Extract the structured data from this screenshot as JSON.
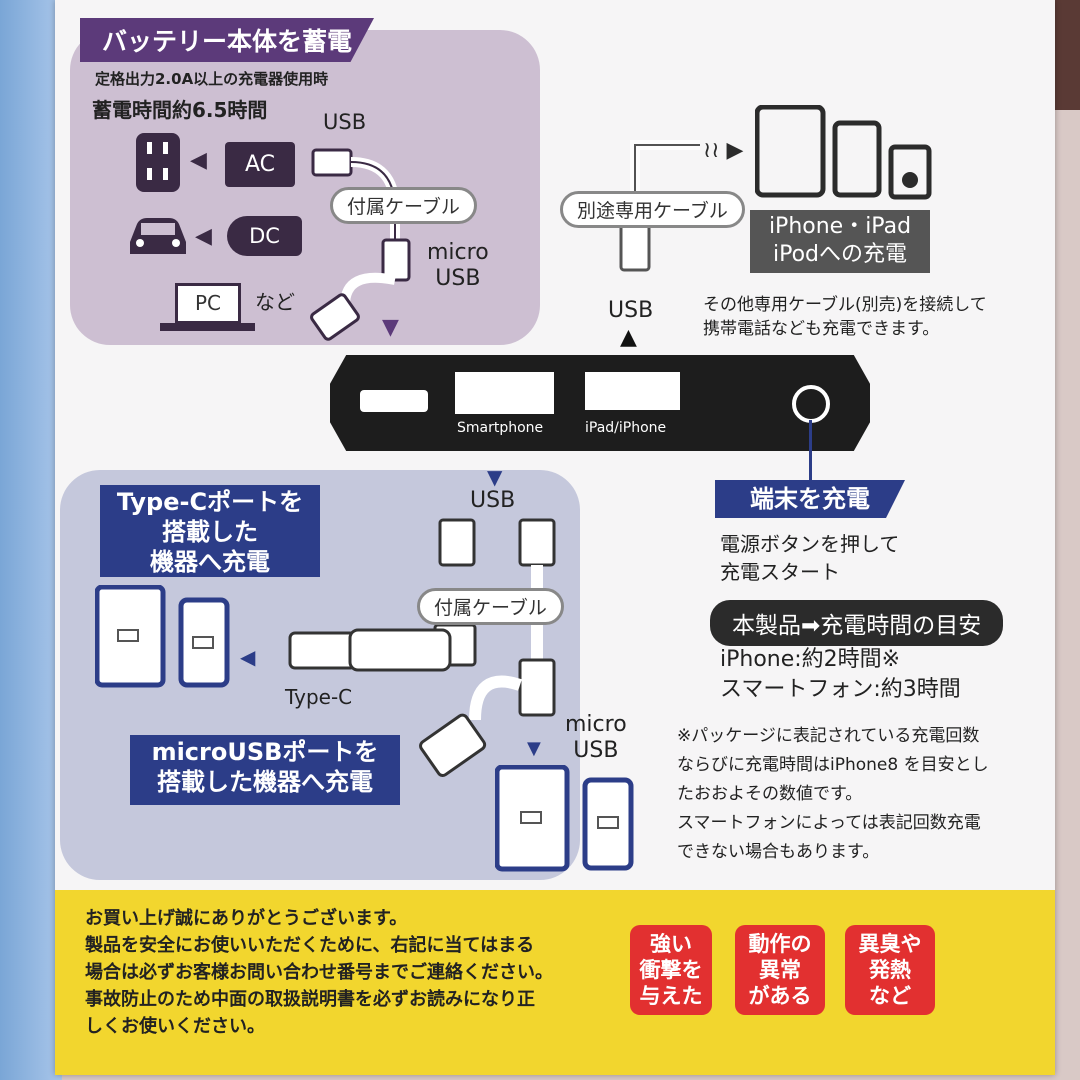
{
  "top": {
    "header": "バッテリー本体を蓄電",
    "spec_line1": "定格出力2.0A以上の充電器使用時",
    "spec_line2": "蓄電時間約6.5時間",
    "usb_label": "USB",
    "ac_label": "AC",
    "dc_label": "DC",
    "pc_label": "PC",
    "nado": "など",
    "cable_pill": "付属ケーブル",
    "micro_usb_line1": "micro",
    "micro_usb_line2": "USB"
  },
  "right": {
    "cable_pill": "別途専用ケーブル",
    "usb_label": "USB",
    "device_caption_line1": "iPhone・iPad",
    "device_caption_line2": "iPodへの充電",
    "note_line1": "その他専用ケーブル(別売)を接続して",
    "note_line2": "携帯電話なども充電できます。"
  },
  "battery": {
    "port_smartphone": "Smartphone",
    "port_ipad": "iPad/iPhone"
  },
  "charge": {
    "header": "端末を充電",
    "line1": "電源ボタンを押して",
    "line2": "充電スタート",
    "time_header": "本製品➡充電時間の目安",
    "iphone_time": "iPhone:約2時間※",
    "smartphone_time": "スマートフォン:約3時間",
    "footnote": [
      "※パッケージに表記されている充電回数",
      "ならびに充電時間はiPhone8 を目安とし",
      "たおおよその数値です。",
      "スマートフォンによっては表記回数充電",
      "できない場合もあります。"
    ]
  },
  "bottom_panel": {
    "usb_label": "USB",
    "typec_box": [
      "Type-Cポートを",
      "搭載した",
      "機器へ充電"
    ],
    "cable_pill": "付属ケーブル",
    "typec_label": "Type-C",
    "micro_box": [
      "microUSBポートを",
      "搭載した機器へ充電"
    ],
    "micro_usb_line1": "micro",
    "micro_usb_line2": "USB"
  },
  "footer": {
    "lines": [
      "お買い上げ誠にありがとうございます。",
      "製品を安全にお使いいただくために、右記に当てはまる",
      "場合は必ずお客様お問い合わせ番号までご連絡ください。",
      "事故防止のため中面の取扱説明書を必ずお読みになり正",
      "しくお使いください。"
    ],
    "warn1": [
      "強い",
      "衝撃を",
      "与えた"
    ],
    "warn2": [
      "動作の",
      "異常",
      "がある"
    ],
    "warn3": [
      "異臭や",
      "発熱",
      "など"
    ]
  }
}
